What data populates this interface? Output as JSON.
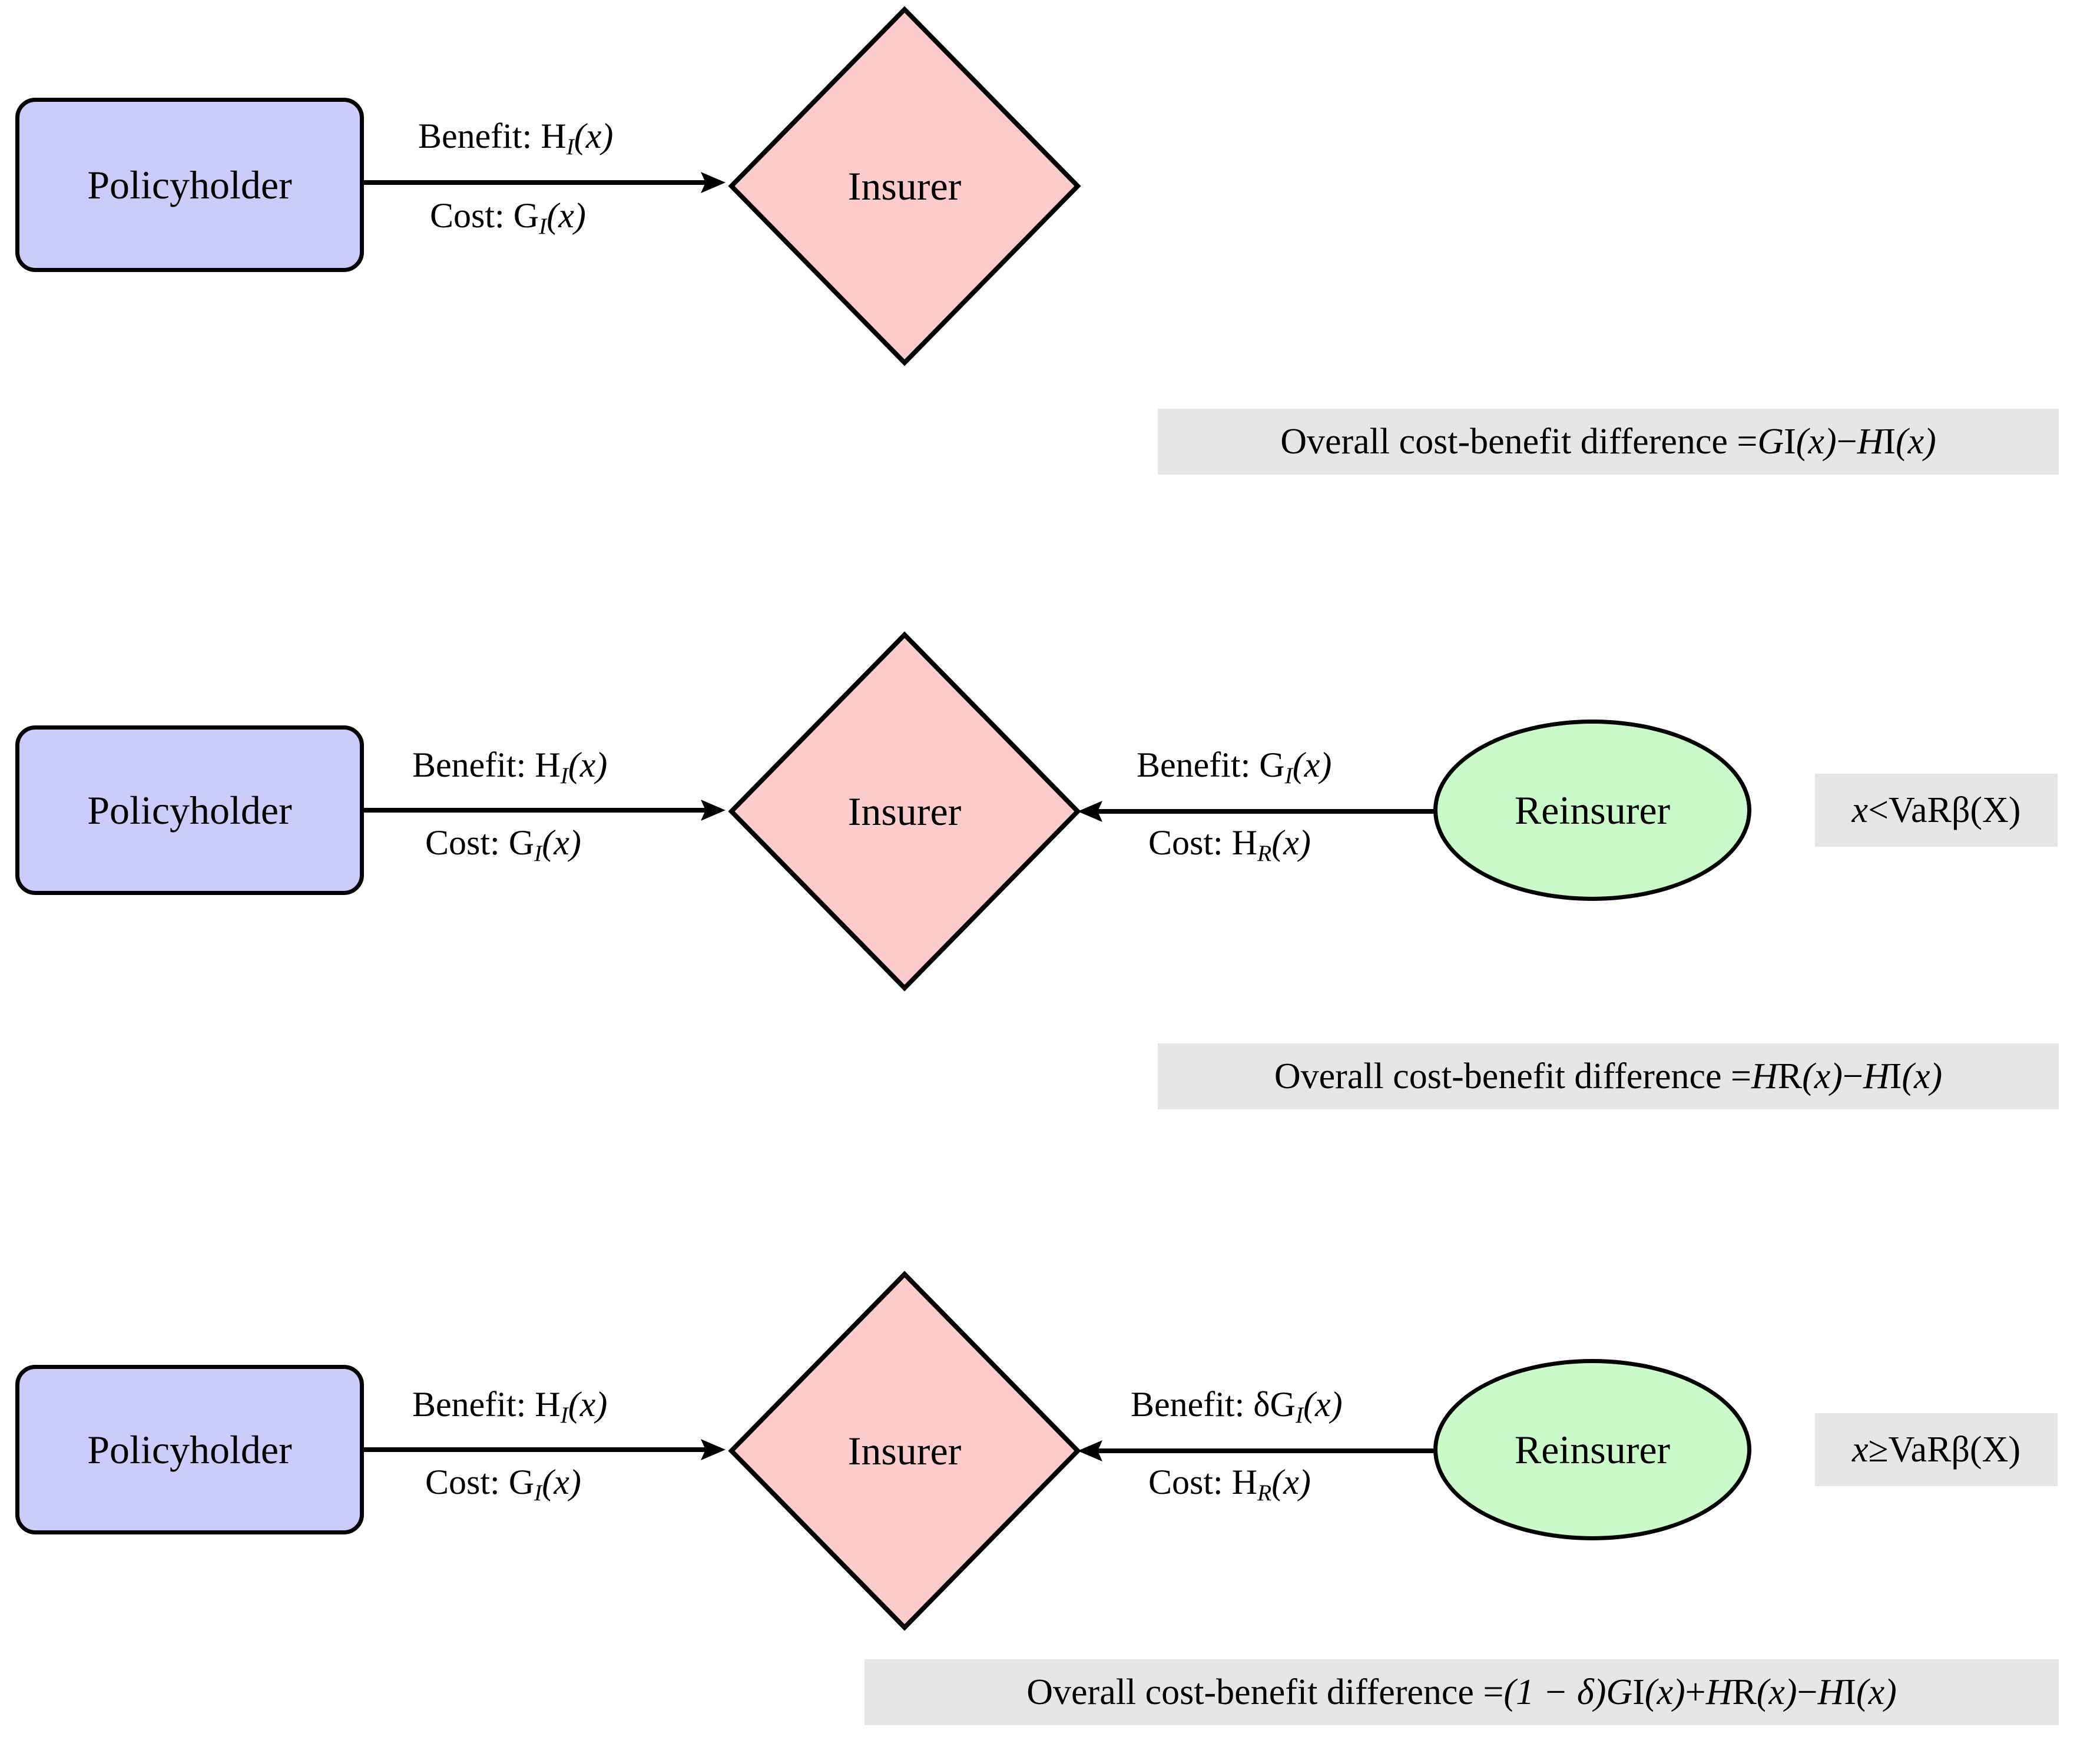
{
  "figure": {
    "type": "flow-diagram",
    "title": "Insurance and reinsurance cost-benefit flows",
    "background_color": "#ffffff",
    "palette": {
      "policyholder_fill": "#ccccfa",
      "insurer_fill": "#fccbcb",
      "reinsurer_fill": "#ccfbca",
      "callout_fill": "#e6e6e6",
      "stroke": "#000000"
    }
  },
  "rows": [
    {
      "id": "row-1",
      "nodes": {
        "policyholder": "Policyholder",
        "insurer": "Insurer"
      },
      "edges": [
        {
          "id": "ph-to-insurer",
          "direction": "right",
          "benefit_label": "Benefit: H",
          "benefit_sub": "I",
          "benefit_arg": "(x)",
          "cost_label": "Cost: G",
          "cost_sub": "I",
          "cost_arg": "(x)"
        }
      ],
      "callout": {
        "prefix": "Overall cost-benefit difference = ",
        "expr_a": "G",
        "expr_a_sub": "I",
        "expr_a_arg": "(x)",
        "op": " − ",
        "expr_b": "H",
        "expr_b_sub": "I",
        "expr_b_arg": "(x)",
        "full_text": "Overall cost-benefit difference = G_I(x) − H_I(x)"
      }
    },
    {
      "id": "row-2",
      "nodes": {
        "policyholder": "Policyholder",
        "insurer": "Insurer",
        "reinsurer": "Reinsurer"
      },
      "edges": [
        {
          "id": "ph-to-insurer",
          "direction": "right",
          "benefit_label": "Benefit: H",
          "benefit_sub": "I",
          "benefit_arg": "(x)",
          "cost_label": "Cost: G",
          "cost_sub": "I",
          "cost_arg": "(x)"
        },
        {
          "id": "reinsurer-to-insurer",
          "direction": "left",
          "benefit_label": "Benefit: G",
          "benefit_sub": "I",
          "benefit_arg": "(x)",
          "cost_label": "Cost: H",
          "cost_sub": "R",
          "cost_arg": "(x)"
        }
      ],
      "condition": {
        "lhs": "x",
        "relation": " < ",
        "rhs": "VaR",
        "rhs_sub": "β",
        "rhs_arg": "(X)",
        "full_text": "x < VaR_β(X)"
      },
      "callout": {
        "prefix": "Overall cost-benefit difference = ",
        "expr_a": "H",
        "expr_a_sub": "R",
        "expr_a_arg": "(x)",
        "op": " − ",
        "expr_b": "H",
        "expr_b_sub": "I",
        "expr_b_arg": "(x)",
        "full_text": "Overall cost-benefit difference = H_R(x) − H_I(x)"
      }
    },
    {
      "id": "row-3",
      "nodes": {
        "policyholder": "Policyholder",
        "insurer": "Insurer",
        "reinsurer": "Reinsurer"
      },
      "edges": [
        {
          "id": "ph-to-insurer",
          "direction": "right",
          "benefit_label": "Benefit: H",
          "benefit_sub": "I",
          "benefit_arg": "(x)",
          "cost_label": "Cost: G",
          "cost_sub": "I",
          "cost_arg": "(x)"
        },
        {
          "id": "reinsurer-to-insurer",
          "direction": "left",
          "benefit_label": "Benefit: δG",
          "benefit_sub": "I",
          "benefit_arg": "(x)",
          "cost_label": "Cost: H",
          "cost_sub": "R",
          "cost_arg": "(x)"
        }
      ],
      "condition": {
        "lhs": "x",
        "relation": " ≥ ",
        "rhs": "VaR",
        "rhs_sub": "β",
        "rhs_arg": "(X)",
        "full_text": "x ≥ VaR_β(X)"
      },
      "callout": {
        "prefix": "Overall cost-benefit difference = ",
        "expr_a": "(1 − δ)G",
        "expr_a_sub": "I",
        "expr_a_arg": "(x)",
        "op": " + ",
        "expr_b": "H",
        "expr_b_sub": "R",
        "expr_b_arg": "(x)",
        "op2": " − ",
        "expr_c": "H",
        "expr_c_sub": "I",
        "expr_c_arg": "(x)",
        "full_text": "Overall cost-benefit difference = (1 − δ)G_I(x) + H_R(x) − H_I(x)"
      }
    }
  ]
}
